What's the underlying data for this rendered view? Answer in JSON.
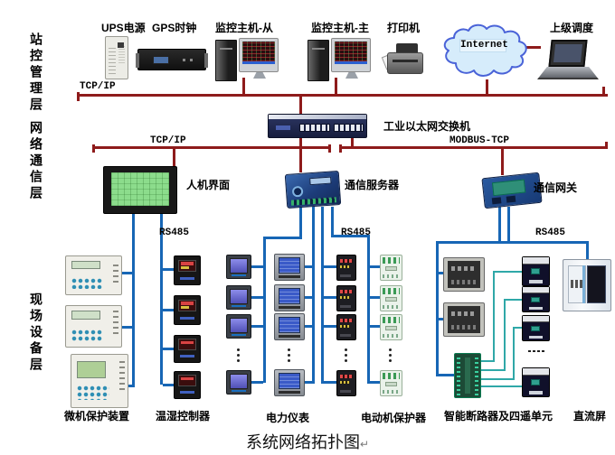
{
  "colors": {
    "bus-red": "#8e1b1b",
    "wire-blue": "#1766b5",
    "wire-teal": "#2fa8a8",
    "cloud-fill": "#d6ecfb",
    "cloud-stroke": "#4a63d8"
  },
  "layers": {
    "station_control": "站控管理层",
    "network_comm": "网络通信层",
    "field_device": "现场设备层"
  },
  "top": {
    "bus_label": "TCP/IP",
    "ups": "UPS电源",
    "gps": "GPS时钟",
    "host_slave": "监控主机-从",
    "host_master": "监控主机-主",
    "printer": "打印机",
    "internet": "Internet",
    "dispatch": "上级调度"
  },
  "network": {
    "switch": "工业以太网交换机",
    "tcpip_bus": "TCP/IP",
    "modbus_bus": "MODBUS-TCP",
    "hmi": "人机界面",
    "comm_server": "通信服务器",
    "comm_gateway": "通信网关"
  },
  "field": {
    "rs485_left": "RS485",
    "rs485_middle": "RS485",
    "rs485_right": "RS485",
    "protection_device": "微机保护装置",
    "temp_humidity_controller": "温湿控制器",
    "power_meter": "电力仪表",
    "motor_protector": "电动机保护器",
    "smart_breaker_unit": "智能断路器及四遥单元",
    "dc_panel": "直流屏"
  },
  "caption": {
    "text": "系统网络拓扑图",
    "mark": "↵"
  }
}
